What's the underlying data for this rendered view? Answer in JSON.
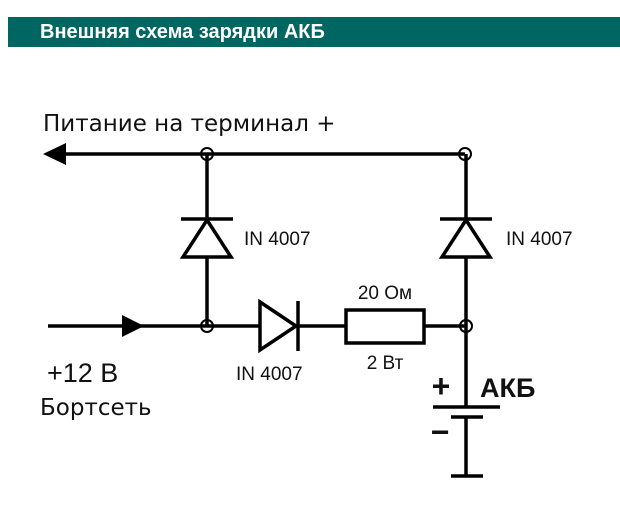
{
  "header": {
    "title": "Внешняя схема зарядки АКБ",
    "background_color": "#006662",
    "text_color": "#ffffff"
  },
  "schematic": {
    "output_label": "Питание на терминал +",
    "input_voltage_label": "+12 В",
    "input_source_label": "Бортсеть",
    "diode_left_vertical": "IN 4007",
    "diode_right_vertical": "IN 4007",
    "diode_horizontal": "IN 4007",
    "resistor_value": "20 Ом",
    "resistor_power": "2 Вт",
    "battery_label": "АКБ",
    "battery_plus": "+",
    "battery_minus": "−",
    "wire_color": "#000000"
  }
}
